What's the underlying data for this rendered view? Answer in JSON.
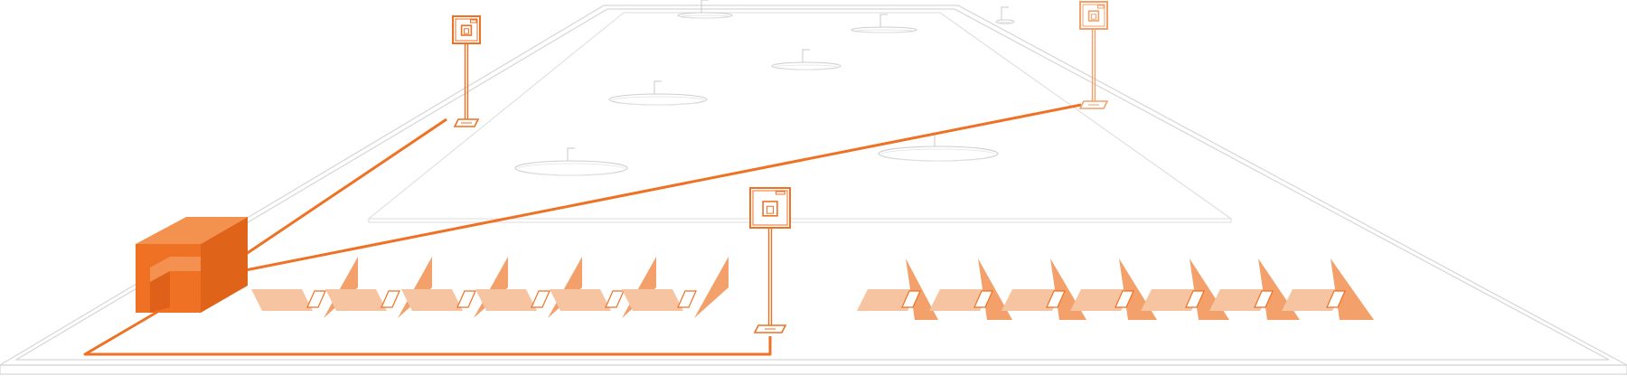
{
  "palette": {
    "accent": "#ee7124",
    "accent_light": "#f7c4a1",
    "accent_mid": "#f3a06a",
    "accent_face": "#f59a5c",
    "floor_line": "#d6d6d6",
    "floor_line_dark": "#bfbfbf",
    "background": "#ffffff"
  },
  "icons": {
    "hub": "isometric-box-icon",
    "sensor": "wall-mounted-sensor-icon",
    "desk": "desk-with-monitor-icon",
    "table": "round-table-icon"
  },
  "devices": {
    "hub_count": 1,
    "sensor_count": 3,
    "desk_left_count": 6,
    "desk_right_count": 7,
    "round_table_count": 7
  }
}
